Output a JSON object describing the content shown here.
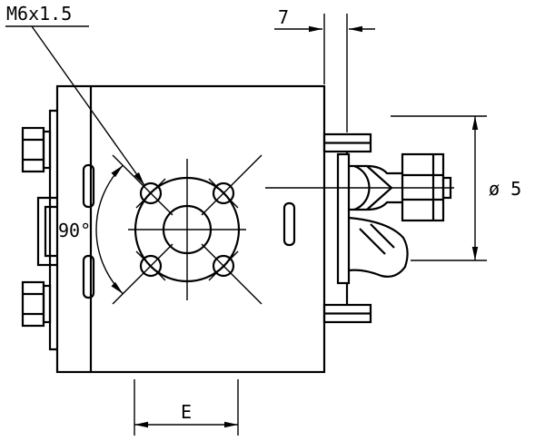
{
  "drawing": {
    "type": "engineering-drawing",
    "description": "Gear pump side view with mounting flange, four tapped holes on a bolt circle, and relief valve fitting",
    "background_color": "#ffffff",
    "line_color": "#000000",
    "annotations": {
      "thread_callout": "M6x1.5",
      "depth_dimension": "7",
      "angle_dimension": "90°",
      "diameter_dimension": "ø 5",
      "bolt_circle_dimension": "E"
    }
  }
}
